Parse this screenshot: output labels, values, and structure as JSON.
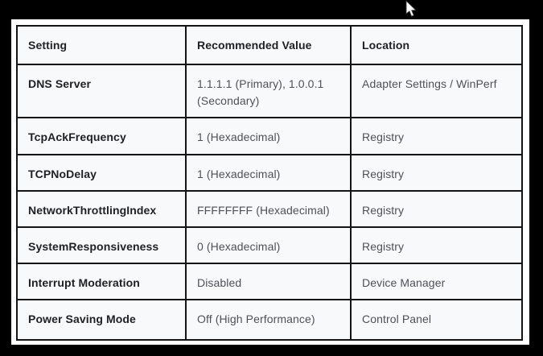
{
  "page": {
    "background_color": "#000000",
    "panel_color": "#ffffff"
  },
  "table": {
    "columns": [
      "Setting",
      "Recommended Value",
      "Location"
    ],
    "rows": [
      {
        "setting": "DNS Server",
        "value": "1.1.1.1 (Primary), 1.0.0.1 (Secondary)",
        "location": "Adapter Settings / WinPerf"
      },
      {
        "setting": "TcpAckFrequency",
        "value": "1 (Hexadecimal)",
        "location": "Registry"
      },
      {
        "setting": "TCPNoDelay",
        "value": "1 (Hexadecimal)",
        "location": "Registry"
      },
      {
        "setting": "NetworkThrottlingIndex",
        "value": "FFFFFFFF (Hexadecimal)",
        "location": "Registry"
      },
      {
        "setting": "SystemResponsiveness",
        "value": "0 (Hexadecimal)",
        "location": "Registry"
      },
      {
        "setting": "Interrupt Moderation",
        "value": "Disabled",
        "location": "Device Manager"
      },
      {
        "setting": "Power Saving Mode",
        "value": "Off (High Performance)",
        "location": "Control Panel"
      }
    ],
    "colors": {
      "cell_background": "#f8f9fa",
      "border": "#141414",
      "heading_text": "#202124",
      "body_text": "#4d5156"
    }
  },
  "cursor": {
    "name": "arrow-cursor"
  }
}
